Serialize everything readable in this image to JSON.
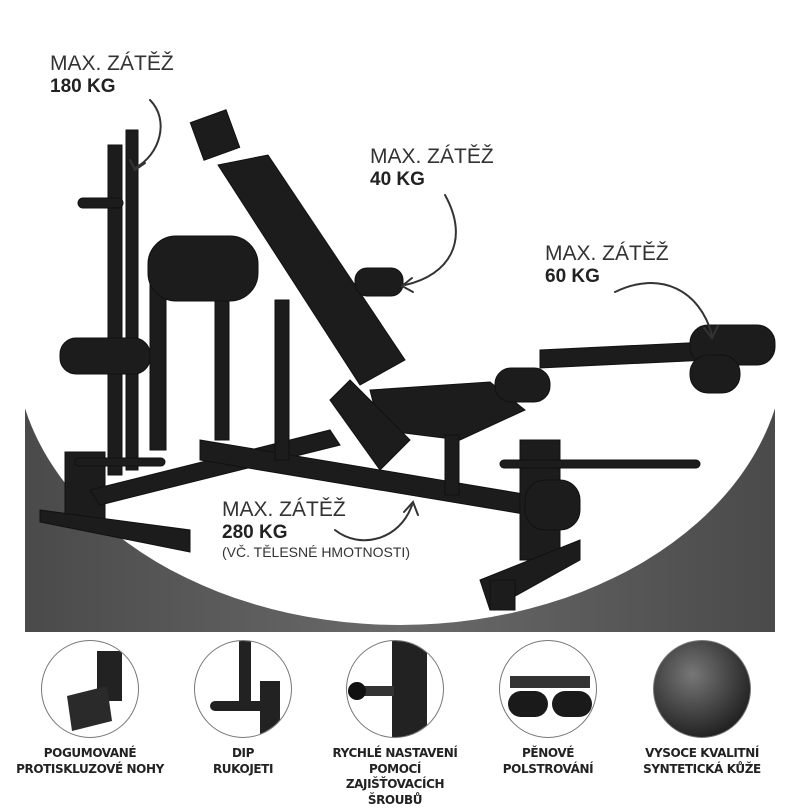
{
  "callouts": [
    {
      "title": "MAX. ZÁTĚŽ",
      "value": "180 KG"
    },
    {
      "title": "MAX. ZÁTĚŽ",
      "value": "40 KG"
    },
    {
      "title": "MAX. ZÁTĚŽ",
      "value": "60 KG"
    },
    {
      "title": "MAX. ZÁTĚŽ",
      "value": "280 KG",
      "note": "(VČ. TĚLESNÉ HMOTNOSTI)"
    }
  ],
  "features": [
    {
      "line1": "POGUMOVANÉ",
      "line2": "PROTISKLUZOVÉ NOHY",
      "icon": "rubber-foot-icon"
    },
    {
      "line1": "DIP",
      "line2": "RUKOJETI",
      "icon": "dip-handle-icon"
    },
    {
      "line1": "RYCHLÉ NASTAVENÍ POMOCÍ",
      "line2": "ZAJIŠŤOVACÍCH ŠROUBŮ",
      "icon": "locking-pin-icon"
    },
    {
      "line1": "PĚNOVÉ",
      "line2": "POLSTROVÁNÍ",
      "icon": "foam-roller-icon"
    },
    {
      "line1": "VYSOCE KVALITNÍ",
      "line2": "SYNTETICKÁ KŮŽE",
      "icon": "leather-texture-icon"
    }
  ]
}
